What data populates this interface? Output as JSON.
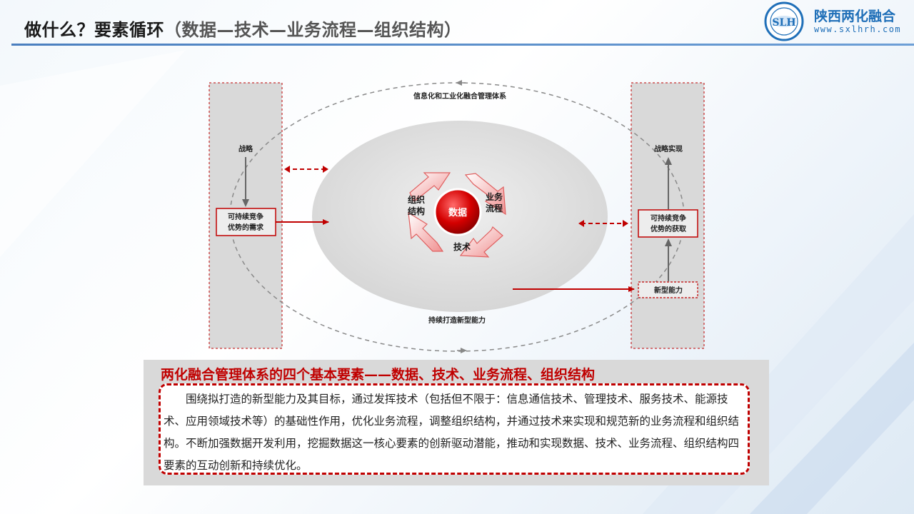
{
  "header": {
    "title_main": "做什么？要素循环",
    "title_sub": "（数据—技术—业务流程—组织结构）"
  },
  "logo": {
    "initials": "SLH",
    "name": "陕西两化融合",
    "url": "www.sxlhrh.com"
  },
  "diagram": {
    "outer_top_label": "信息化和工业化融合管理体系",
    "outer_bottom_label": "持续打造新型能力",
    "left_column": {
      "top": "战略",
      "box_line1": "可持续竞争",
      "box_line2": "优势的需求"
    },
    "right_column": {
      "top": "战略实现",
      "box_line1": "可持续竞争",
      "box_line2": "优势的获取",
      "bottom": "新型能力"
    },
    "cycle": {
      "center": "数据",
      "left_line1": "组织",
      "left_line2": "结构",
      "right_line1": "业务",
      "right_line2": "流程",
      "bottom": "技术"
    }
  },
  "panel": {
    "heading": "两化融合管理体系的四个基本要素——数据、技术、业务流程、组织结构",
    "body": "围绕拟打造的新型能力及其目标，通过发挥技术（包括但不限于：信息通信技术、管理技术、服务技术、能源技术、应用领域技术等）的基础性作用，优化业务流程，调整组织结构，并通过技术来实现和规范新的业务流程和组织结构。不断加强数据开发利用，挖掘数据这一核心要素的创新驱动潜能，推动和实现数据、技术、业务流程、组织结构四要素的互动创新和持续优化。"
  },
  "colors": {
    "accent_red": "#c00000",
    "title_blue": "#1f6fb8",
    "header_line": "#4a7fbf"
  }
}
